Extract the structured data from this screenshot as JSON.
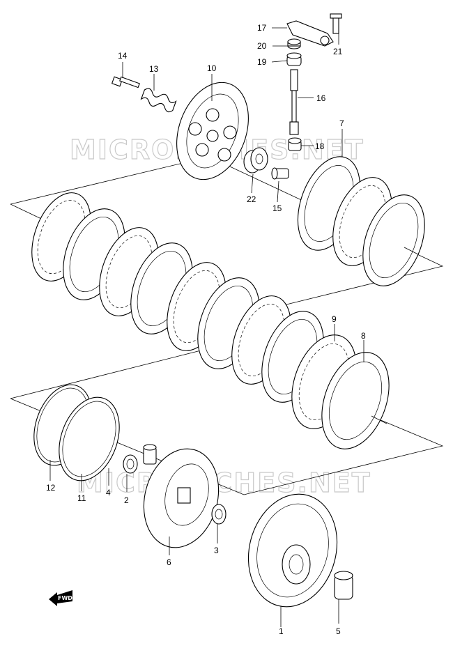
{
  "watermarks": [
    "MICROFICHES.NET",
    "MICROFICHES.NET"
  ],
  "fwd_label": "FWD",
  "callouts": {
    "c1": "1",
    "c2": "2",
    "c3": "3",
    "c4": "4",
    "c5": "5",
    "c6": "6",
    "c7": "7",
    "c8": "8",
    "c9": "9",
    "c10": "10",
    "c11": "11",
    "c12": "12",
    "c13": "13",
    "c14": "14",
    "c15": "15",
    "c16": "16",
    "c17": "17",
    "c18": "18",
    "c19": "19",
    "c20": "20",
    "c21": "21",
    "c22": "22"
  }
}
